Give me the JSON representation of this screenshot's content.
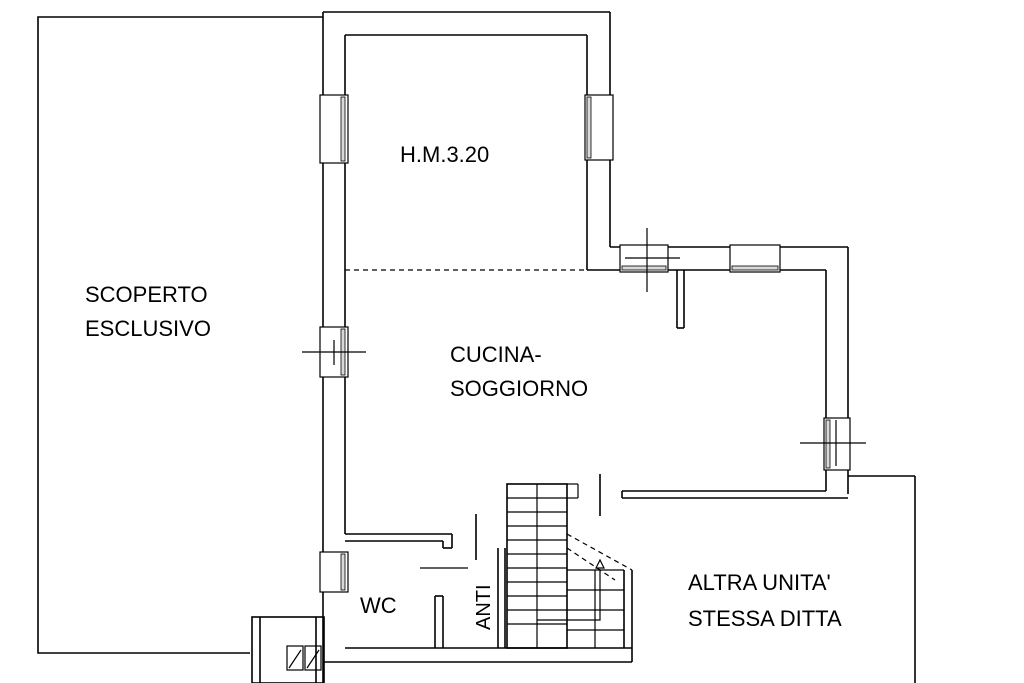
{
  "labels": {
    "height_note": "H.M.3.20",
    "scoperto_line1": "SCOPERTO",
    "scoperto_line2": "ESCLUSIVO",
    "cucina_line1": "CUCINA-",
    "cucina_line2": "SOGGIORNO",
    "wc": "WC",
    "anti": "ANTI",
    "altra_line1": "ALTRA UNITA'",
    "altra_line2": "STESSA DITTA"
  },
  "colors": {
    "line": "#000000",
    "background": "#ffffff"
  }
}
